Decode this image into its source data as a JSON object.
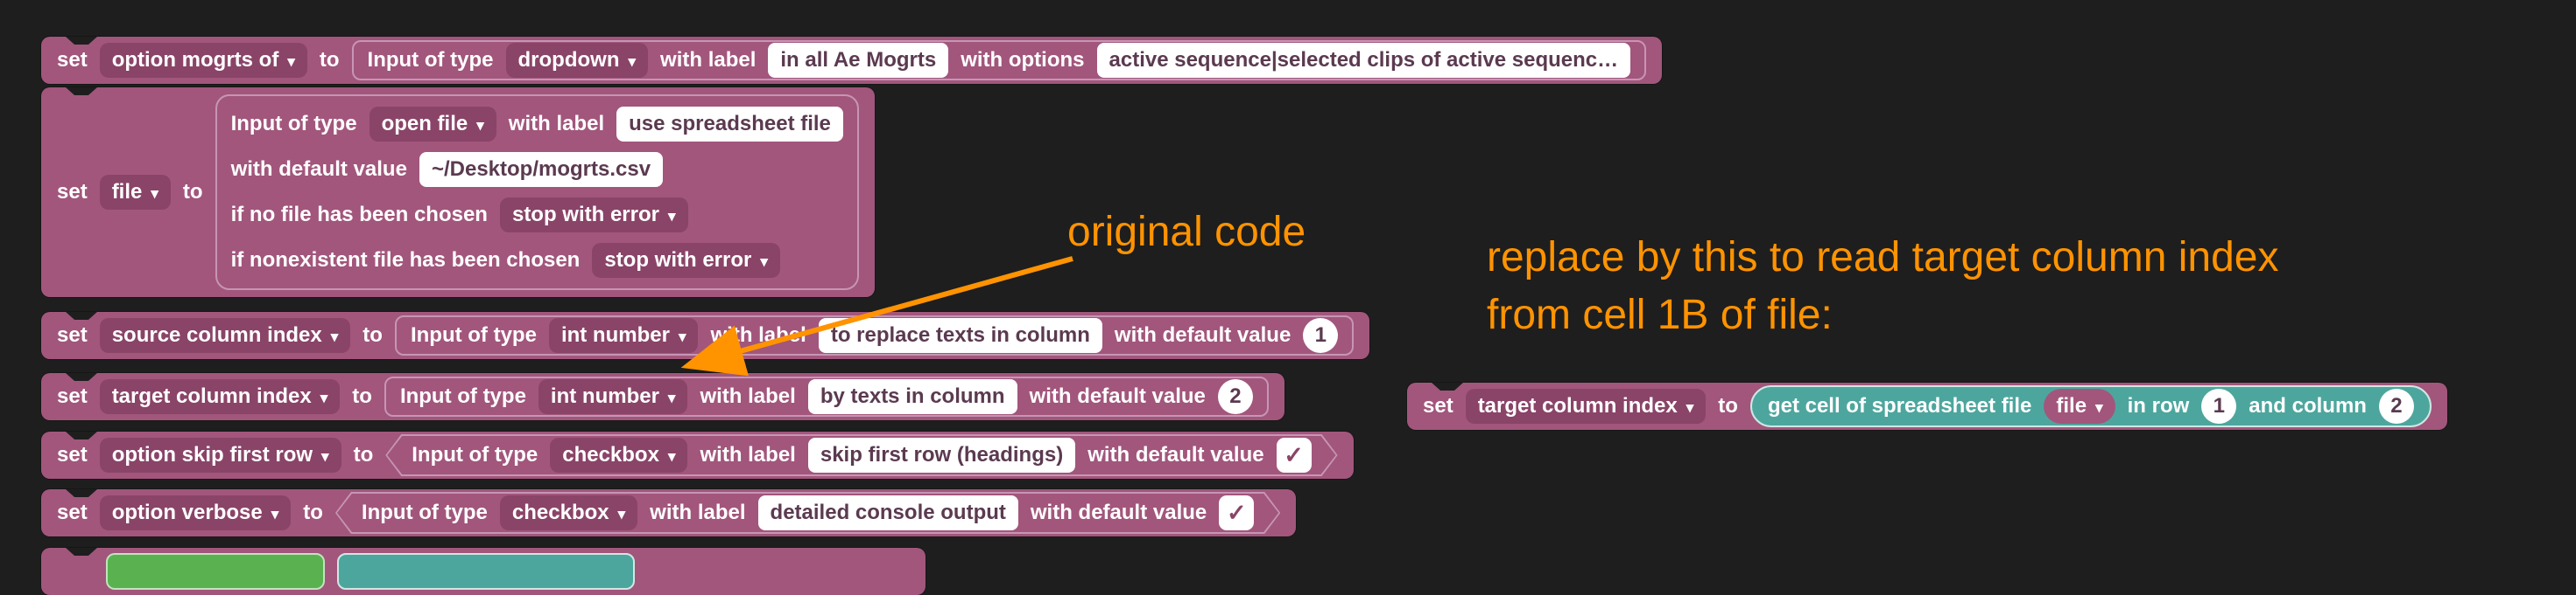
{
  "colors": {
    "background": "#1e1e1e",
    "block_purple": "#a2567c",
    "dropdown_purple": "#8a4468",
    "block_outline": "#c795b5",
    "teal_block": "#4da69e",
    "green_block": "#59b24f",
    "annotation_orange": "#ff9300"
  },
  "icons": {
    "caret": "▾"
  },
  "blocks": {
    "mogrts": {
      "set": "set",
      "var": "option mogrts of",
      "to": "to",
      "input_of_type": "Input of type",
      "type": "dropdown",
      "with_label": "with label",
      "label": "in all Ae Mogrts",
      "with_options": "with options",
      "options": "active sequence|selected clips of active sequenc…"
    },
    "file": {
      "set": "set",
      "var": "file",
      "to": "to",
      "row1": {
        "input_of_type": "Input of type",
        "type": "open file",
        "with_label": "with label",
        "label": "use spreadsheet file"
      },
      "row2": {
        "with_default_value": "with default value",
        "value": "~/Desktop/mogrts.csv"
      },
      "row3": {
        "label": "if no file has been chosen",
        "value": "stop with error"
      },
      "row4": {
        "label": "if nonexistent file has been chosen",
        "value": "stop with error"
      }
    },
    "source_column": {
      "set": "set",
      "var": "source column index",
      "to": "to",
      "input_of_type": "Input of type",
      "type": "int number",
      "with_label": "with label",
      "label": "to replace texts in column",
      "with_default_value": "with default value",
      "value": "1"
    },
    "target_column": {
      "set": "set",
      "var": "target column index",
      "to": "to",
      "input_of_type": "Input of type",
      "type": "int number",
      "with_label": "with label",
      "label": "by texts in column",
      "with_default_value": "with default value",
      "value": "2"
    },
    "skip_first_row": {
      "set": "set",
      "var": "option skip first row",
      "to": "to",
      "input_of_type": "Input of type",
      "type": "checkbox",
      "with_label": "with label",
      "label": "skip first row (headings)",
      "with_default_value": "with default value",
      "value": "✓"
    },
    "verbose": {
      "set": "set",
      "var": "option verbose",
      "to": "to",
      "input_of_type": "Input of type",
      "type": "checkbox",
      "with_label": "with label",
      "label": "detailed console output",
      "with_default_value": "with default value",
      "value": "✓"
    }
  },
  "annotations": {
    "original_code": "original code",
    "replace_line1": "replace by this to read target column index",
    "replace_line2": "from cell 1B of file:"
  },
  "replacement_block": {
    "set": "set",
    "var": "target column index",
    "to": "to",
    "get_cell": "get cell of spreadsheet file",
    "file_var": "file",
    "in_row": "in row",
    "row_value": "1",
    "and_column": "and column",
    "column_value": "2"
  }
}
